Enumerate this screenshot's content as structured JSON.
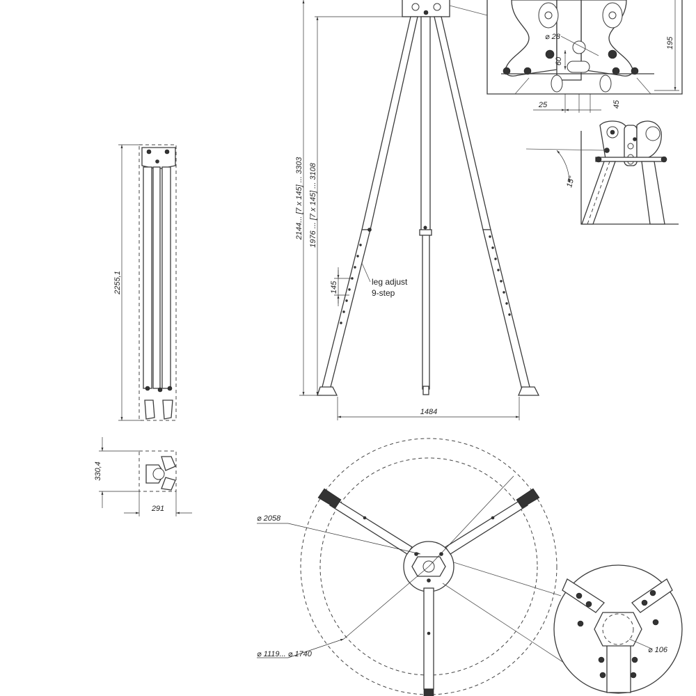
{
  "front_view": {
    "height_outer": "2144... [7 x 145] ... 3303",
    "height_inner": "1976 ... [7 x 145] ... 3108",
    "step": "145",
    "note_line1": "leg adjust",
    "note_line2": "9-step",
    "base_width": "1484"
  },
  "detail_head": {
    "hole_dia": "⌀ 28",
    "offset_vertical": "60",
    "height": "195",
    "offset_left": "25",
    "offset_right": "45"
  },
  "detail_angle": {
    "angle": "15°"
  },
  "folded_view": {
    "length": "2255,1",
    "depth": "330,4",
    "width": "291"
  },
  "top_view": {
    "outer_dia": "⌀ 2058",
    "range_dia": "⌀ 1119... ⌀ 1740",
    "hub_dia": "⌀ 106"
  }
}
